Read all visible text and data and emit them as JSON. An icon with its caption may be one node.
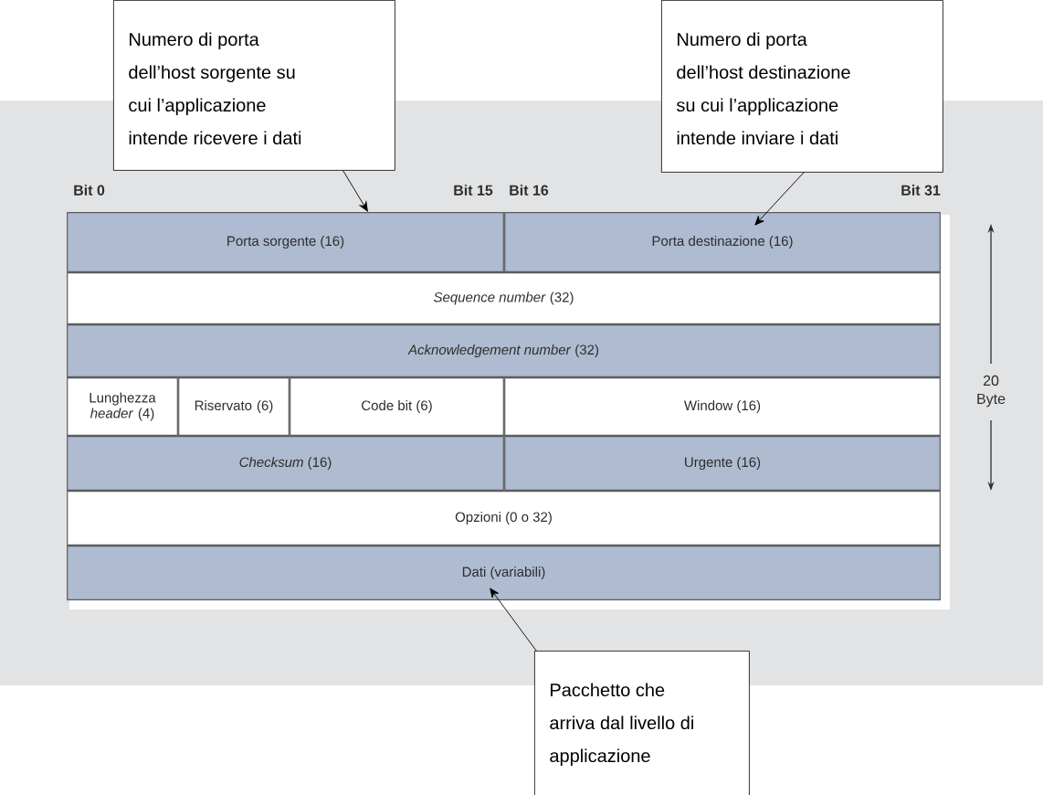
{
  "diagram": {
    "nodes": [
      {
        "text": [
          "Numero di porta dell’host sorgente su cui l’applicazione intende ricevere i dati"
        ]
      },
      {
        "text": [
          "Numero di porta dell’host destinazione su cui l’applicazione intende inviare i dati"
        ]
      },
      {
        "text": [
          "Porta sorgente (16)"
        ]
      },
      {
        "text": [
          "Porta destinazione (16)"
        ]
      },
      {
        "text": [
          "*Sequence number* (32)"
        ]
      },
      {
        "text": [
          "*Acknowledgement number* (32)"
        ]
      },
      {
        "text": [
          "Lunghezza *header* (4)"
        ]
      },
      {
        "text": [
          "Riservato (6)"
        ]
      },
      {
        "text": [
          "Code bit (6)"
        ]
      },
      {
        "text": [
          "Window (16)"
        ]
      },
      {
        "text": [
          "*Checksum* (16)"
        ]
      },
      {
        "text": [
          "Urgente (16)"
        ]
      },
      {
        "text": [
          "Opzioni (0 o 32)"
        ]
      },
      {
        "text": [
          "Dati (variabili)"
        ]
      },
      {
        "text": [
          "Pacchetto che arriva dal livello di applicazione"
        ]
      }
    ],
    "edges": [
      {
        "from": 0,
        "to": 2,
        "arrow": "to"
      },
      {
        "from": 1,
        "to": 3,
        "arrow": "to"
      },
      {
        "from": 14,
        "to": 13,
        "arrow": "to"
      }
    ],
    "labels": [
      "Bit 0",
      "Bit 15",
      "Bit 16",
      "Bit 31",
      "20 Byte"
    ]
  }
}
